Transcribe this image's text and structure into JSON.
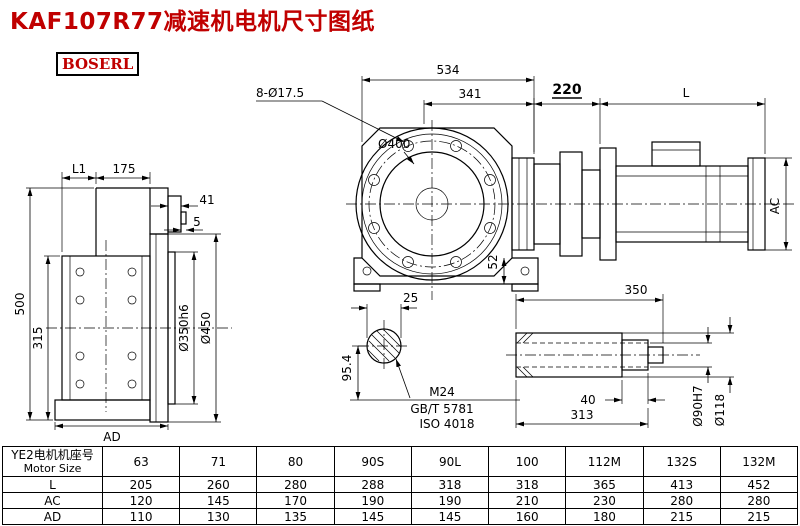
{
  "page": {
    "title": "KAF107R77减速机电机尺寸图纸",
    "brand": "BOSERL",
    "accent_color": "#c00000"
  },
  "dims": {
    "left": {
      "l1": "L1",
      "len_175": "175",
      "len_41": "41",
      "len_5": "5",
      "height_500": "500",
      "height_315": "315",
      "spigot_dia": "Ø350h6",
      "flange_dia": "Ø450",
      "ad": "AD"
    },
    "front": {
      "width_534": "534",
      "width_341": "341",
      "bolt_holes": "8-Ø17.5",
      "dia_400": "Ø400",
      "base_52": "52",
      "shaft_25": "25",
      "height_95_4": "95.4",
      "thread": "M24",
      "std_gb": "GB/T 5781",
      "std_iso": "ISO 4018"
    },
    "motor": {
      "len_220": "220",
      "len_l": "L",
      "ac": "AC",
      "len_350": "350",
      "len_40": "40",
      "len_313": "313",
      "bore_dia": "Ø90H7",
      "hub_dia": "Ø118"
    }
  },
  "table": {
    "header_cn": "YE2电机机座号",
    "header_en": "Motor Size",
    "sizes": [
      "63",
      "71",
      "80",
      "90S",
      "90L",
      "100",
      "112M",
      "132S",
      "132M"
    ],
    "rows": [
      {
        "label": "L",
        "values": [
          "205",
          "260",
          "280",
          "288",
          "318",
          "318",
          "365",
          "413",
          "452"
        ]
      },
      {
        "label": "AC",
        "values": [
          "120",
          "145",
          "170",
          "190",
          "190",
          "210",
          "230",
          "280",
          "280"
        ]
      },
      {
        "label": "AD",
        "values": [
          "110",
          "130",
          "135",
          "145",
          "145",
          "160",
          "180",
          "215",
          "215"
        ]
      }
    ]
  }
}
